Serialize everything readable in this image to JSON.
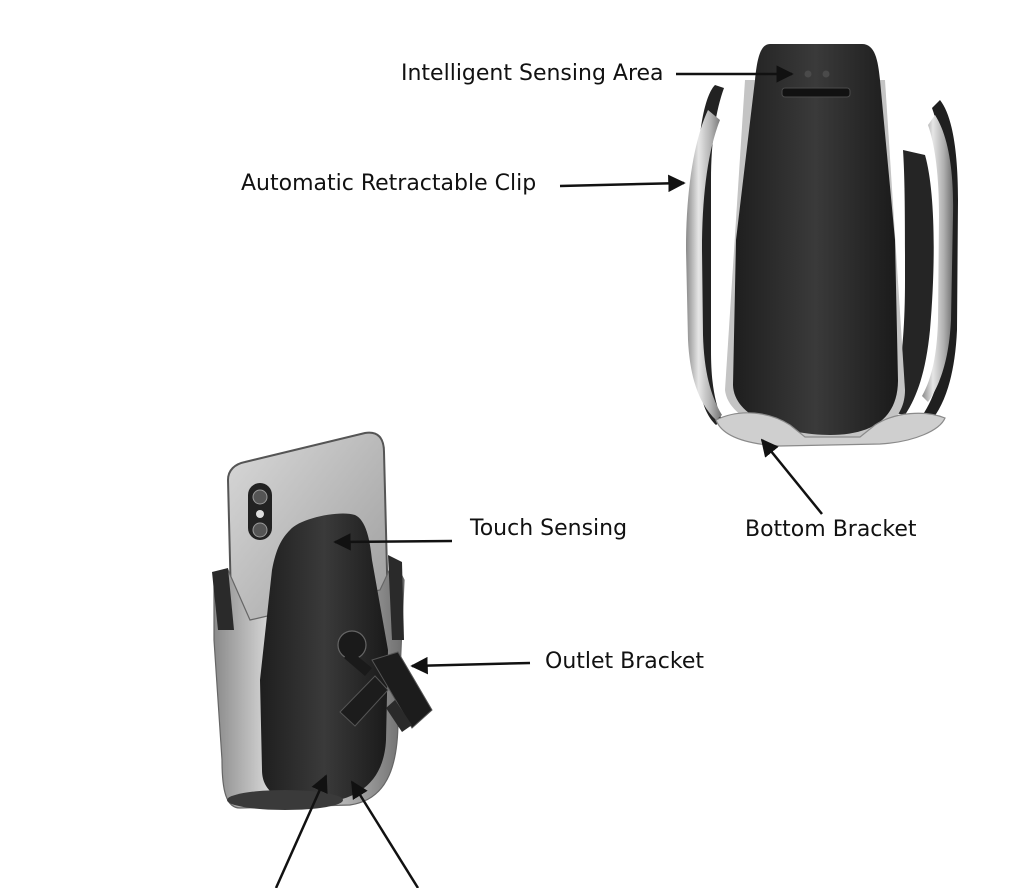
{
  "labels": {
    "intelligent_sensing_area": "Intelligent Sensing Area",
    "automatic_retractable_clip": "Automatic Retractable Clip",
    "touch_sensing": "Touch Sensing",
    "bottom_bracket": "Bottom Bracket",
    "outlet_bracket": "Outlet Bracket"
  },
  "colors": {
    "pad": "#2c2c2c",
    "clip_silver": "#bfbfbf",
    "phone_silver": "#b9b9b9",
    "arrow": "#111111",
    "background": "#ffffff"
  }
}
